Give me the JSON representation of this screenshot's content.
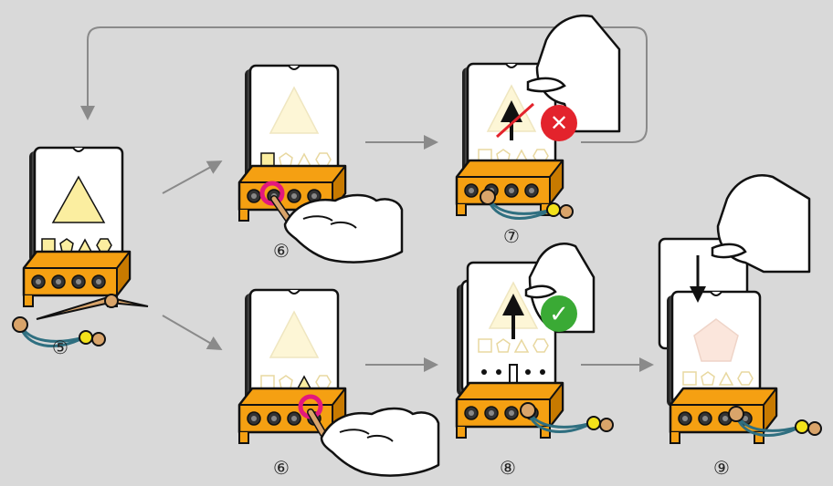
{
  "steps": [
    {
      "id": "5",
      "label": "⑤"
    },
    {
      "id": "6a",
      "label": "⑥"
    },
    {
      "id": "7",
      "label": "⑦"
    },
    {
      "id": "6b",
      "label": "⑥"
    },
    {
      "id": "8",
      "label": "⑧"
    },
    {
      "id": "9",
      "label": "⑨"
    }
  ],
  "results": {
    "wrong": {
      "icon": "cross-icon",
      "glyph": "✕",
      "color": "#e3232c"
    },
    "right": {
      "icon": "check-icon",
      "glyph": "✓",
      "color": "#3aaa35"
    }
  },
  "colors": {
    "background": "#d9d9d9",
    "stand": "#f5a012",
    "stand_dark": "#c87a00",
    "shape": "#fbeea0",
    "shape_faint": "#fdf6d6",
    "pentagon_faint": "#fbe6dc",
    "highlight_ring": "#e3197d",
    "cord": "#2f6f80",
    "bead": "#f3e21a",
    "wood": "#d9a46a"
  }
}
